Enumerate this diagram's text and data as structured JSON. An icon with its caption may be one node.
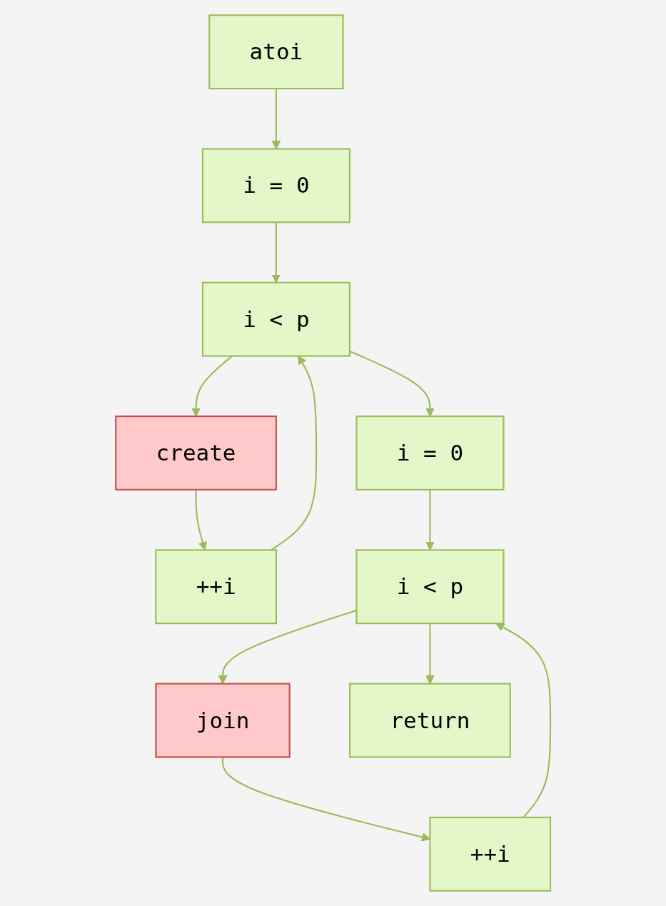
{
  "diagram": {
    "nodes": [
      {
        "text": [
          "atoi"
        ]
      },
      {
        "text": [
          "i = 0"
        ]
      },
      {
        "text": [
          "i < p"
        ]
      },
      {
        "text": [
          "++i"
        ]
      },
      {
        "text": [
          "create"
        ]
      },
      {
        "text": [
          "i = 0"
        ]
      },
      {
        "text": [
          "i < p"
        ]
      },
      {
        "text": [
          "++i"
        ]
      },
      {
        "text": [
          "join"
        ]
      },
      {
        "text": [
          "return"
        ]
      }
    ],
    "edges": [
      {
        "from": 0,
        "to": 1,
        "arrow": "to"
      },
      {
        "from": 1,
        "to": 2,
        "arrow": "to"
      },
      {
        "from": 3,
        "to": 2,
        "arrow": "to"
      },
      {
        "from": 2,
        "to": 4,
        "arrow": "to"
      },
      {
        "from": 4,
        "to": 3,
        "arrow": "to"
      },
      {
        "from": 2,
        "to": 5,
        "arrow": "to"
      },
      {
        "from": 5,
        "to": 6,
        "arrow": "to"
      },
      {
        "from": 7,
        "to": 6,
        "arrow": "to"
      },
      {
        "from": 6,
        "to": 8,
        "arrow": "to"
      },
      {
        "from": 8,
        "to": 7,
        "arrow": "to"
      },
      {
        "from": 6,
        "to": 9,
        "arrow": "to"
      }
    ]
  }
}
